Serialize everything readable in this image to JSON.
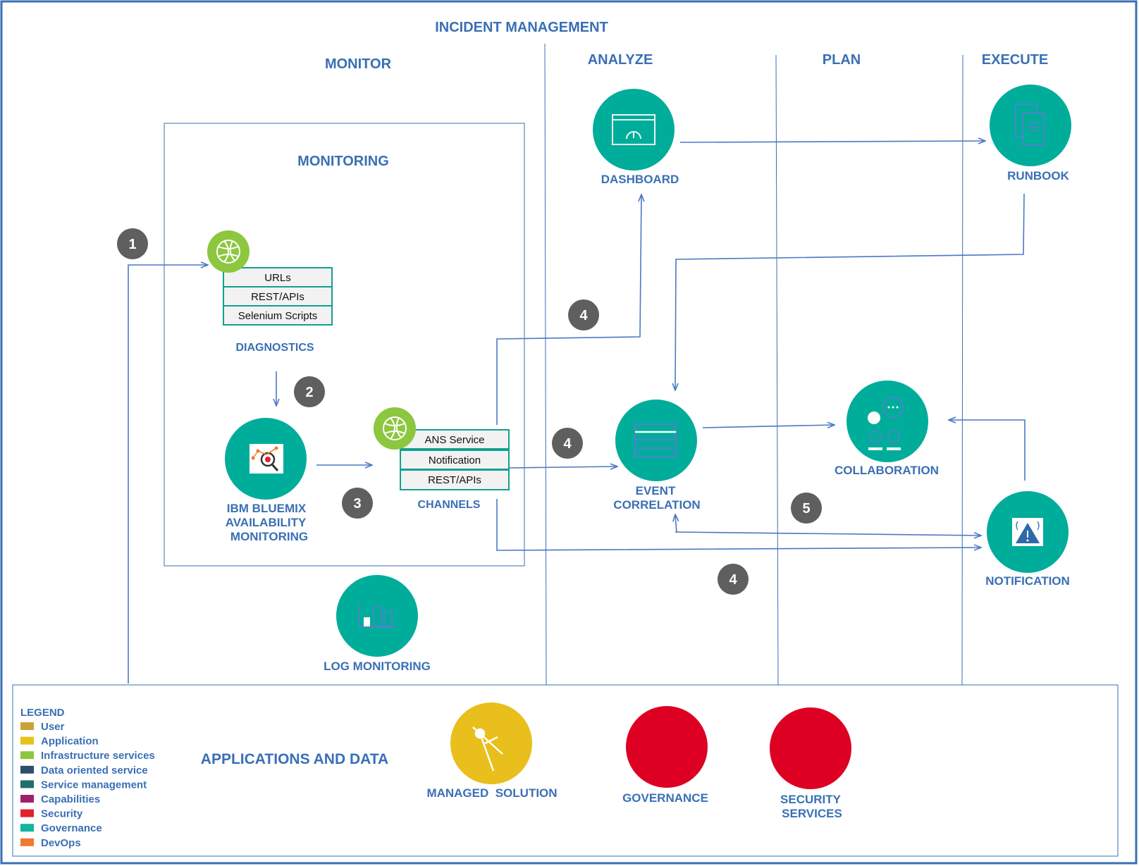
{
  "title": "INCIDENT MANAGEMENT",
  "phases": {
    "monitor": "MONITOR",
    "analyze": "ANALYZE",
    "plan": "PLAN",
    "execute": "EXECUTE"
  },
  "monitoring_box_title": "MONITORING",
  "diagnostics": {
    "items": [
      "URLs",
      "REST/APIs",
      "Selenium Scripts"
    ],
    "label": "DIAGNOSTICS"
  },
  "channels": {
    "items": [
      "ANS Service",
      "Notification",
      "REST/APIs"
    ],
    "label": "CHANNELS"
  },
  "nodes": {
    "bluemix": [
      "IBM BLUEMIX",
      "AVAILABILITY",
      "MONITORING"
    ],
    "log_monitoring": "LOG MONITORING",
    "dashboard": "DASHBOARD",
    "runbook": "RUNBOOK",
    "event_correlation": [
      "EVENT",
      "CORRELATION"
    ],
    "collaboration": "COLLABORATION",
    "notification": "NOTIFICATION",
    "managed_solution": "MANAGED  SOLUTION",
    "governance": "GOVERNANCE",
    "security_services": [
      "SECURITY",
      "SERVICES"
    ]
  },
  "steps": [
    "1",
    "2",
    "3",
    "4",
    "4",
    "4",
    "5"
  ],
  "applications_and_data": "APPLICATIONS AND DATA",
  "legend": {
    "title": "LEGEND",
    "items": [
      {
        "label": "User",
        "color": "#c9a23c"
      },
      {
        "label": "Application",
        "color": "#e8c21c"
      },
      {
        "label": "Infrastructure services",
        "color": "#8dc63f"
      },
      {
        "label": "Data oriented service",
        "color": "#2d4e6e"
      },
      {
        "label": "Service management",
        "color": "#1f6e6e"
      },
      {
        "label": "Capabilities",
        "color": "#a02070"
      },
      {
        "label": "Security",
        "color": "#e31f30"
      },
      {
        "label": "Governance",
        "color": "#12b5a0"
      },
      {
        "label": "DevOps",
        "color": "#ef7a30"
      }
    ]
  },
  "colors": {
    "teal": "#00ad9a",
    "green": "#8dc63f",
    "red": "#dd0023",
    "yellow": "#e8bf1c",
    "badge": "#5f5f5f",
    "label_blue": "#3a6fb5",
    "line_blue": "#4a79c4"
  }
}
